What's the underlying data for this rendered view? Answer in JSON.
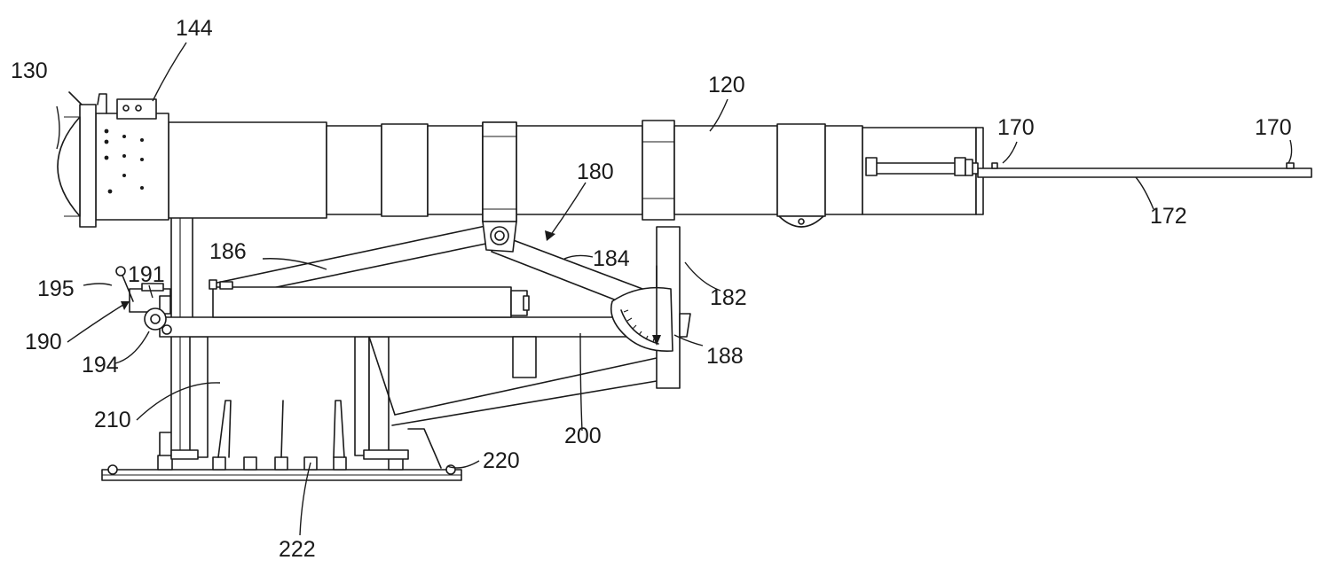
{
  "figure": {
    "labels": {
      "l130": "130",
      "l144": "144",
      "l120": "120",
      "l170a": "170",
      "l170b": "170",
      "l172": "172",
      "l180": "180",
      "l184": "184",
      "l186": "186",
      "l182": "182",
      "l191": "191",
      "l195": "195",
      "l190": "190",
      "l194": "194",
      "l188": "188",
      "l210": "210",
      "l200": "200",
      "l220": "220",
      "l222": "222"
    }
  }
}
